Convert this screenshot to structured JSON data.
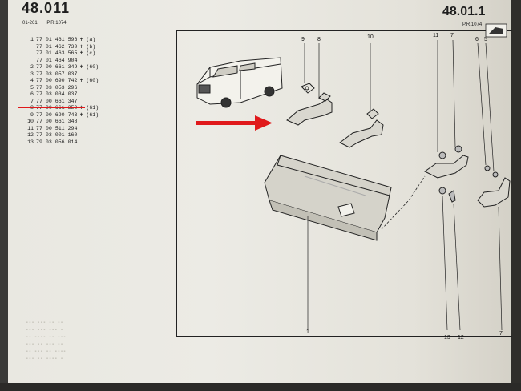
{
  "header": {
    "page_code_left": "48.011",
    "sub_code": "01-261",
    "sub_ref": "P.R.1074",
    "page_code_right": "48.01.1",
    "right_sub": "P.R.1074"
  },
  "parts_list": [
    {
      "ref": "1",
      "number": "77 01 461 596",
      "note": "✝ (a)"
    },
    {
      "ref": "",
      "number": "77 01 462 730",
      "note": "✝ (b)"
    },
    {
      "ref": "",
      "number": "77 01 463 565",
      "note": "✝ (c)"
    },
    {
      "ref": "",
      "number": "77 01 464 904",
      "note": ""
    },
    {
      "ref": "2",
      "number": "77 00 661 349",
      "note": "✝ (60)"
    },
    {
      "ref": "3",
      "number": "77 03 057 037",
      "note": ""
    },
    {
      "ref": "4",
      "number": "77 00 690 742",
      "note": "✝ (60)"
    },
    {
      "ref": "5",
      "number": "77 03 053 296",
      "note": ""
    },
    {
      "ref": "6",
      "number": "77 03 034 037",
      "note": ""
    },
    {
      "ref": "7",
      "number": "77 00 661 347",
      "note": ""
    },
    {
      "ref": "8",
      "number": "77 00 661 350",
      "note": "✝ (61)"
    },
    {
      "ref": "9",
      "number": "77 00 690 743",
      "note": "✝ (61)"
    },
    {
      "ref": "10",
      "number": "77 00 661 348",
      "note": ""
    },
    {
      "ref": "11",
      "number": "77 00 511 294",
      "note": ""
    },
    {
      "ref": "12",
      "number": "77 03 001 160",
      "note": ""
    },
    {
      "ref": "13",
      "number": "79 03 056 014",
      "note": ""
    }
  ],
  "diagram_callouts": {
    "c9": "9",
    "c8": "8",
    "c10": "10",
    "c11": "11",
    "c7_top": "7",
    "c6": "6",
    "c5": "5",
    "c1": "1",
    "c13": "13",
    "c12": "12",
    "c7_bottom": "7"
  },
  "colors": {
    "paper": "#ebeae3",
    "ink": "#1b1b1b",
    "highlight": "#e0191b"
  }
}
